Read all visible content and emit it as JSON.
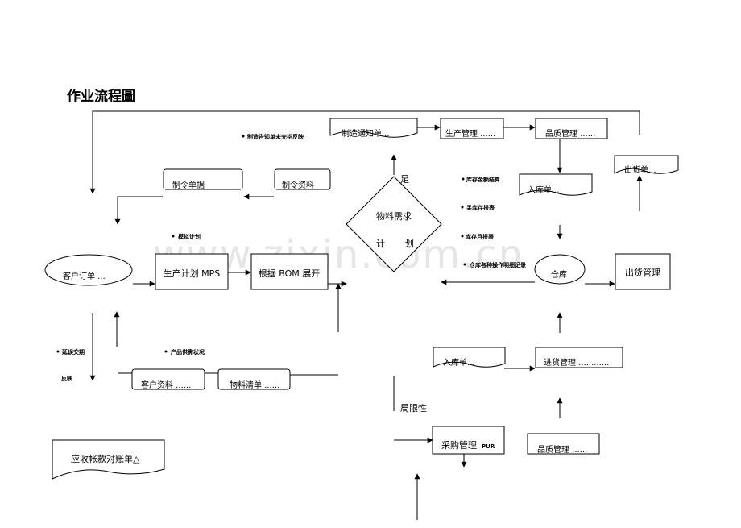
{
  "title": "作业流程圖",
  "watermark": "www.zixin.com.cn",
  "nodes": {
    "customer_order": "客户订单 ...",
    "mps": "生产计划 MPS",
    "bom": "根据 BOM 展开",
    "mrp_line1": "物料需求",
    "mrp_char1": "计",
    "mrp_char2": "划",
    "insufficient": "足",
    "warehouse": "仓库",
    "shipping": "出货管理",
    "purchasing": "采购管理",
    "purchasing_suffix": "PUR",
    "ar_reconcile": "应收帐款对账单△",
    "limitation": "局限性",
    "top_doc1": "制造通知单...",
    "top_box2": "生产管理 ......",
    "top_box3": "品质管理 ......",
    "doc_right_top": "出货单...",
    "doc_mid_right": "入库单...",
    "box_left1": "制令单据",
    "box_left2": "制令资料",
    "doc_inbound2": "入库单...",
    "box_inbound_mgmt": "进货管理 ............",
    "box_quality_bottom": "品质管理 ......",
    "box_customer_data": "客户资料 ......",
    "box_material_list": "物料清单 ......"
  },
  "notes": {
    "note_top": "制造告知单未完毕反映",
    "note_simulate": "模拟计划",
    "note_inv_amount": "库存金额结算",
    "note_inv_report": "呆库存报表",
    "note_inv_month": "库存月报表",
    "note_wh_detail": "仓库各种操作明细记录",
    "note_delay": "延误交期",
    "note_feedback": "反映",
    "note_supply": "产品供需状况"
  }
}
